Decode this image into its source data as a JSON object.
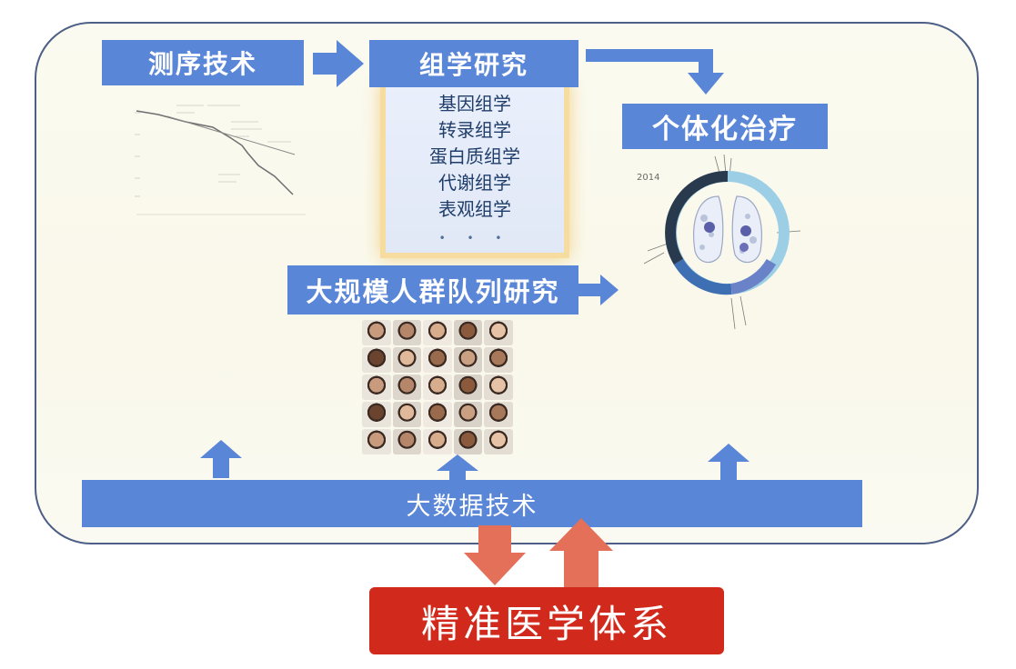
{
  "boxes": {
    "sequencing": "测序技术",
    "omics": "组学研究",
    "personalized": "个体化治疗",
    "cohort": "大规模人群队列研究",
    "bigdata": "大数据技术",
    "precision": "精准医学体系"
  },
  "omics_items": [
    "基因组学",
    "转录组学",
    "蛋白质组学",
    "代谢组学",
    "表观组学"
  ],
  "omics_ellipsis": "• • •",
  "cost_chart_year": "2014",
  "colors": {
    "box_blue": "#5a86d8",
    "precision_red": "#d12a1c",
    "panel_border": "#4d5f86",
    "arrow_orange": "#e5705a",
    "omics_glow": "#f3d28f"
  }
}
